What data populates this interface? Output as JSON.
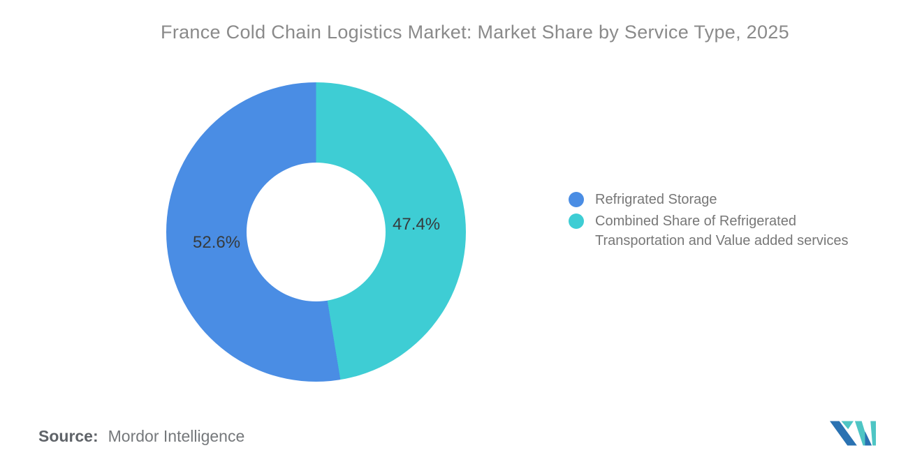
{
  "title": "France Cold Chain Logistics Market: Market Share by Service Type, 2025",
  "chart_data": {
    "type": "pie",
    "subtype": "donut",
    "title": "France Cold Chain Logistics Market: Market Share by Service Type, 2025",
    "categories": [
      "Refrigrated Storage",
      "Combined Share of Refrigerated Transportation and Value added services"
    ],
    "values": [
      52.6,
      47.4
    ],
    "data_labels": [
      "52.6%",
      "47.4%"
    ],
    "colors": [
      "#4a8de4",
      "#3ecdd4"
    ],
    "start_angle_deg": 0,
    "direction": "clockwise-second-slice-first-from-top",
    "legend_position": "right",
    "hole_ratio": 0.46
  },
  "labels": {
    "slice1": "52.6%",
    "slice2": "47.4%"
  },
  "legend": {
    "items": [
      {
        "label": "Refrigrated Storage",
        "color": "#4a8de4"
      },
      {
        "label": "Combined Share of Refrigerated Transportation and Value added services",
        "color": "#3ecdd4"
      }
    ]
  },
  "source": {
    "label": "Source:",
    "value": "Mordor Intelligence"
  },
  "logo": {
    "name": "mordor-intelligence-logo",
    "blue": "#2a72b2",
    "teal": "#4ec5c4"
  }
}
